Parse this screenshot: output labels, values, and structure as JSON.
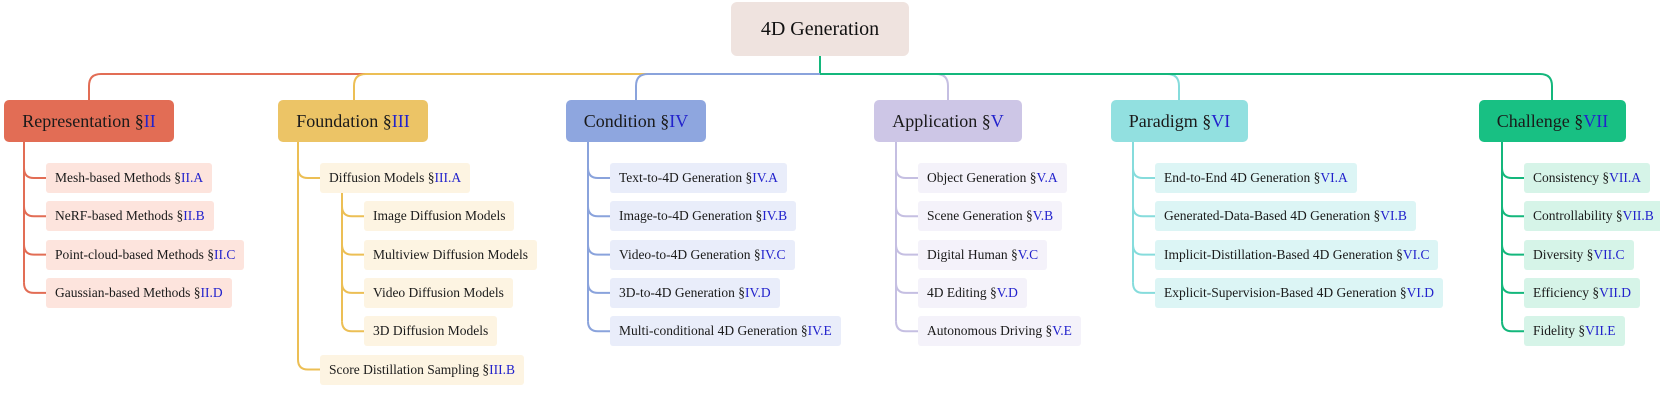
{
  "root": {
    "title": "4D Generation",
    "color": "#efe3df"
  },
  "section_symbol": "§",
  "categories": [
    {
      "label": "Representation",
      "ref": "II",
      "line_color": "#e26d55",
      "box_color": "#e26d55",
      "item_color": "#fde4dd",
      "items": [
        {
          "text": "Mesh-based Methods",
          "ref": "II.A"
        },
        {
          "text": "NeRF-based Methods",
          "ref": "II.B"
        },
        {
          "text": "Point-cloud-based Methods",
          "ref": "II.C"
        },
        {
          "text": "Gaussian-based Methods",
          "ref": "II.D"
        }
      ]
    },
    {
      "label": "Foundation",
      "ref": "III",
      "line_color": "#ecbf55",
      "box_color": "#ecc466",
      "item_color": "#fdf4e2",
      "items": [
        {
          "text": "Diffusion Models",
          "ref": "III.A",
          "children": [
            {
              "text": "Image Diffusion Models"
            },
            {
              "text": "Multiview Diffusion Models"
            },
            {
              "text": "Video Diffusion Models"
            },
            {
              "text": "3D Diffusion Models"
            }
          ]
        },
        {
          "text": "Score Distillation Sampling",
          "ref": "III.B"
        }
      ]
    },
    {
      "label": "Condition",
      "ref": "IV",
      "line_color": "#8aa3dc",
      "box_color": "#8ea6df",
      "item_color": "#e9edfa",
      "items": [
        {
          "text": "Text-to-4D Generation",
          "ref": "IV.A"
        },
        {
          "text": "Image-to-4D Generation",
          "ref": "IV.B"
        },
        {
          "text": "Video-to-4D Generation",
          "ref": "IV.C"
        },
        {
          "text": "3D-to-4D Generation",
          "ref": "IV.D"
        },
        {
          "text": "Multi-conditional 4D Generation",
          "ref": "IV.E"
        }
      ]
    },
    {
      "label": "Application",
      "ref": "V",
      "line_color": "#c5bfe2",
      "box_color": "#cdc6e6",
      "item_color": "#f4f2fa",
      "items": [
        {
          "text": "Object Generation",
          "ref": "V.A"
        },
        {
          "text": "Scene Generation",
          "ref": "V.B"
        },
        {
          "text": "Digital Human",
          "ref": "V.C"
        },
        {
          "text": "4D Editing",
          "ref": "V.D"
        },
        {
          "text": "Autonomous Driving",
          "ref": "V.E"
        }
      ]
    },
    {
      "label": "Paradigm",
      "ref": "VI",
      "line_color": "#86dcdc",
      "box_color": "#92e0e0",
      "item_color": "#dcf5f5",
      "items": [
        {
          "text": "End-to-End 4D Generation",
          "ref": "VI.A"
        },
        {
          "text": "Generated-Data-Based 4D Generation",
          "ref": "VI.B"
        },
        {
          "text": "Implicit-Distillation-Based 4D Generation",
          "ref": "VI.C"
        },
        {
          "text": "Explicit-Supervision-Based 4D Generation",
          "ref": "VI.D"
        }
      ]
    },
    {
      "label": "Challenge",
      "ref": "VII",
      "line_color": "#14b77c",
      "box_color": "#18c083",
      "item_color": "#d6f4e8",
      "items": [
        {
          "text": "Consistency",
          "ref": "VII.A"
        },
        {
          "text": "Controllability",
          "ref": "VII.B"
        },
        {
          "text": "Diversity",
          "ref": "VII.C"
        },
        {
          "text": "Efficiency",
          "ref": "VII.D"
        },
        {
          "text": "Fidelity",
          "ref": "VII.E"
        }
      ]
    }
  ]
}
